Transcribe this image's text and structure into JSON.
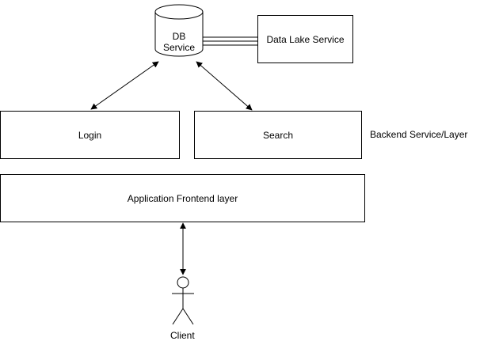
{
  "nodes": {
    "db_service": {
      "line1": "DB",
      "line2": "Service"
    },
    "data_lake": {
      "label": "Data Lake Service"
    },
    "login": {
      "label": "Login"
    },
    "search": {
      "label": "Search"
    },
    "backend_layer": {
      "label": "Backend Service/Layer"
    },
    "frontend": {
      "label": "Application Frontend layer"
    },
    "client": {
      "label": "Client"
    }
  },
  "colors": {
    "stroke": "#000000",
    "fill": "#ffffff"
  }
}
